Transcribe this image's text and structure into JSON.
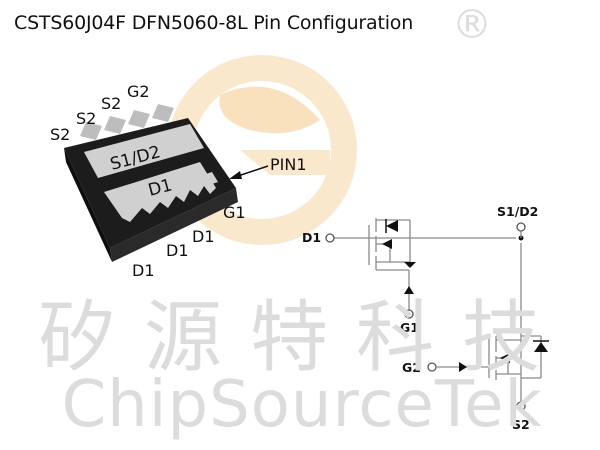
{
  "title": "CSTS60J04F DFN5060-8L Pin Configuration",
  "watermark": {
    "chinese": "矽源特科技",
    "english": "ChipSourceTek",
    "registered_mark": "®"
  },
  "package": {
    "top_pins": [
      "S2",
      "S2",
      "S2",
      "G2"
    ],
    "pad_s1d2": "S1/D2",
    "pad_d1": "D1",
    "pin1_label": "PIN1",
    "side_pins": [
      "G1",
      "D1",
      "D1",
      "D1"
    ]
  },
  "schematic": {
    "d1": "D1",
    "s1d2": "S1/D2",
    "g1": "G1",
    "g2": "G2",
    "s2": "S2"
  },
  "colors": {
    "package_body": "#1c1c1c",
    "pad": "#d0d0d0",
    "line": "#8a8a8a",
    "terminal": "#555555",
    "watermark": "#dcdcdc",
    "logo": "#f5c98a"
  }
}
